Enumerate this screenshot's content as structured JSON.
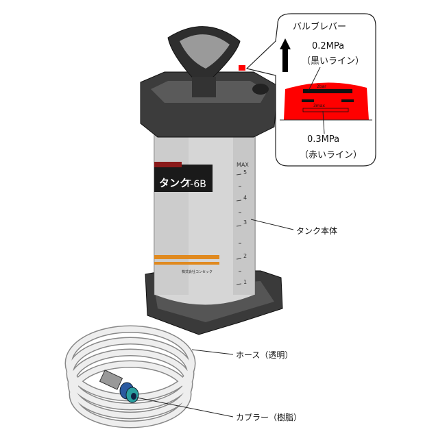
{
  "callout": {
    "title": "バルブレバー",
    "black_line_pressure": "0.2MPa",
    "black_line_label": "（黒いライン）",
    "red_line_pressure": "0.3MPa",
    "red_line_label": "（赤いライン）",
    "lever_mark_top": "2bar",
    "lever_mark_bottom": "3max",
    "lever_color": "#ff0000"
  },
  "tank": {
    "product_label": "タンク",
    "model": "T-6B",
    "scale_max": "MAX",
    "scale_marks": [
      "5",
      "4",
      "3",
      "2",
      "1"
    ],
    "maker": "株式会社コンセック"
  },
  "labels": {
    "tank_body": "タンク本体",
    "hose": "ホース（透明）",
    "coupler": "カプラー（樹脂）"
  }
}
